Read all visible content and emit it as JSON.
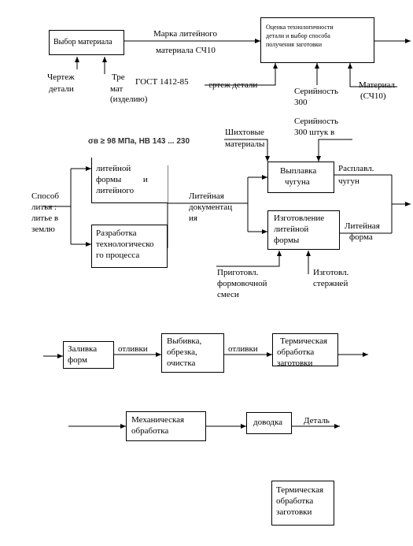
{
  "row1": {
    "choose_material": "Выбор материала",
    "grade_label_1": "Марка литейного",
    "grade_label_2": "материала СЧ10",
    "evaluation_lines": [
      "Оценка технологичности",
      "детали и выбор способа",
      "получения заготовки"
    ],
    "drawing_left_1": "Чертеж",
    "drawing_left_2": "детали",
    "req_1": "Тре",
    "req_2": "мат",
    "req_3": "(изделию)",
    "gost": "ГОСТ 1412-85",
    "drawing_right": "Чертеж детали",
    "seriality_1": "Серийность",
    "seriality_2": "300",
    "material_1": "Материал",
    "material_2": "(СЧ10)"
  },
  "row2": {
    "sigma": "σв ≥ 98 МПа, НВ 143 ... 230",
    "charge_1": "Шихтовые",
    "charge_2": "материалы",
    "seriality_pcs_1": "Серийность",
    "seriality_pcs_2": "300 штук в",
    "mold_design_lines": [
      "литейной",
      "формы          и",
      "литейного"
    ],
    "method_lines": [
      "Способ",
      "литья :",
      "литье в",
      "землю"
    ],
    "tech_process_lines": [
      "Разработка",
      "технологическо",
      "го процесса"
    ],
    "docs_lines": [
      "Литейная",
      "документац",
      "ия"
    ],
    "melting_lines": [
      "Выплавка",
      "чугуна"
    ],
    "molten_lines": [
      "Расплавл.",
      "чугун"
    ],
    "mold_make_lines": [
      "Изготовление",
      "литейной",
      "формы"
    ],
    "cast_mold_lines": [
      "Литейная",
      "форма"
    ],
    "sand_prep_lines": [
      "Приготовл.",
      "формовочной",
      "смеси"
    ],
    "cores_lines": [
      "Изготовл.",
      "стержней"
    ]
  },
  "row3": {
    "pour_lines": [
      "Заливка",
      "форм"
    ],
    "castings_1": "отливки",
    "knockout_lines": [
      "Выбивка,",
      "обрезка,",
      "очистка"
    ],
    "castings_2": "отливки",
    "heat_lines": [
      "Термическая",
      "обработка",
      "заготовки"
    ]
  },
  "row4": {
    "machining_lines": [
      "Механическая",
      "обработка"
    ],
    "finishing": "доводка",
    "part": "Деталь"
  },
  "standalone": {
    "heat_lines": [
      "Термическая",
      "обработка",
      "заготовки"
    ]
  }
}
